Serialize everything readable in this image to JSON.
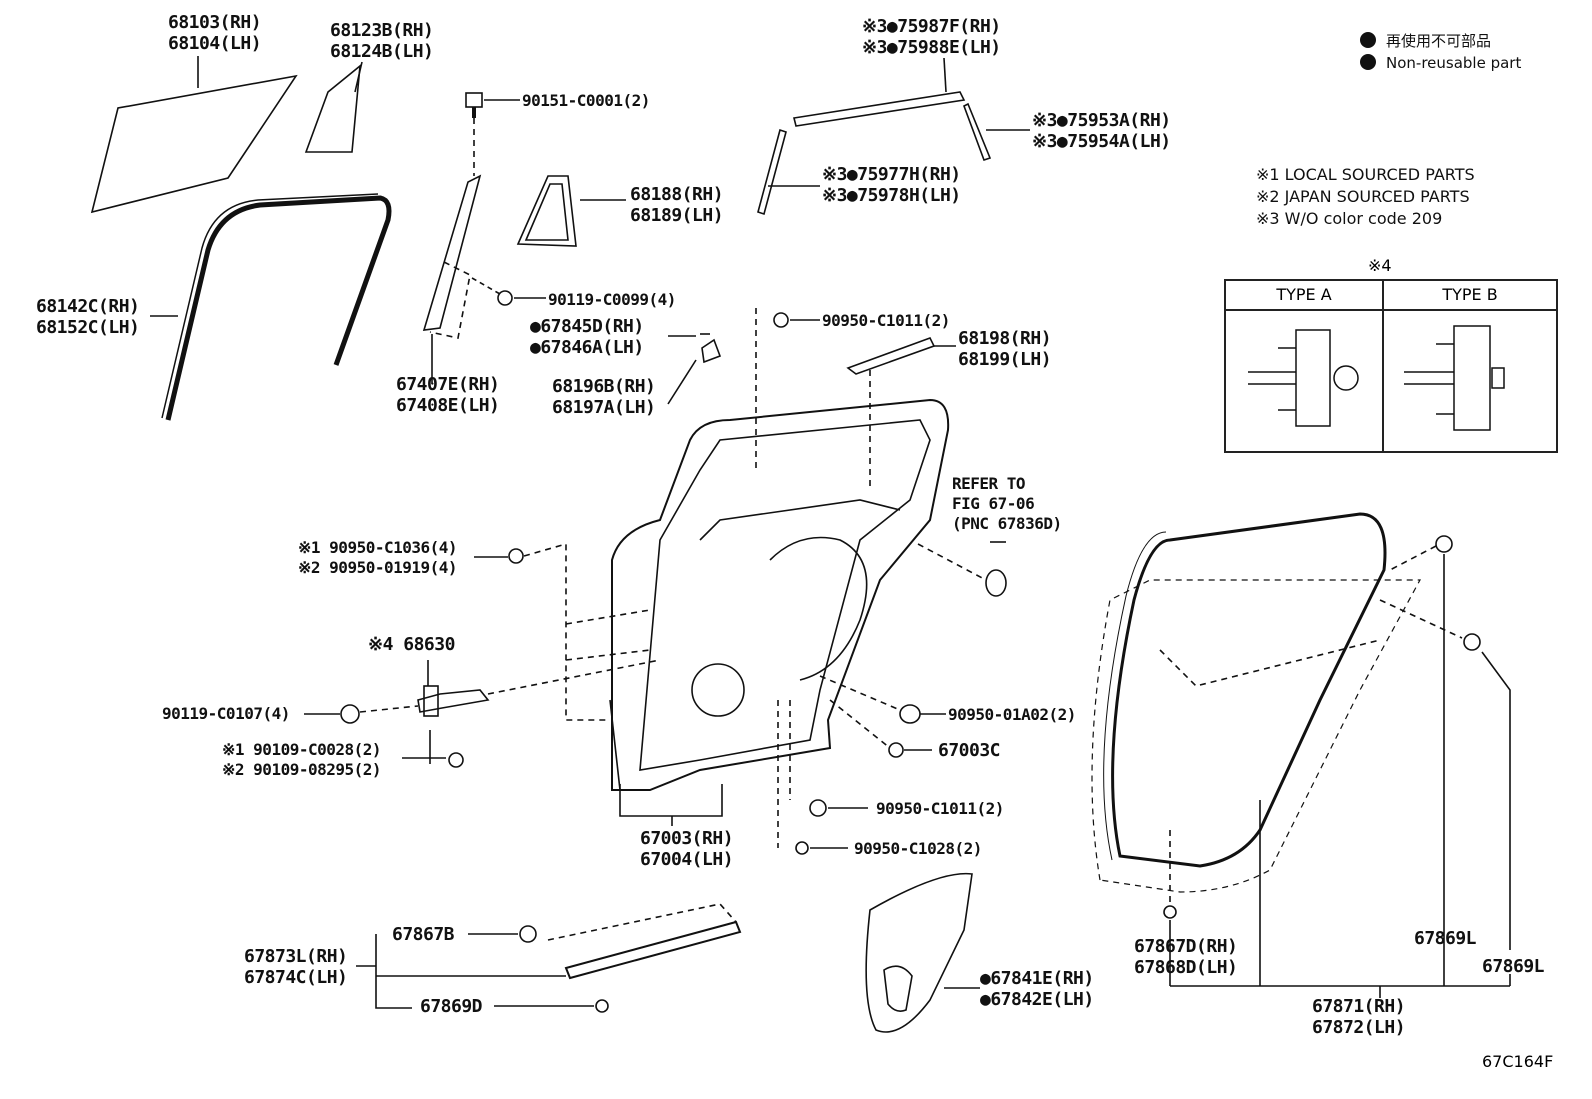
{
  "legend": {
    "item1": "再使用不可部品",
    "item2": "Non-reusable part"
  },
  "notes": [
    "※1 LOCAL SOURCED PARTS",
    "※2 JAPAN SOURCED PARTS",
    "※3 W/O color code 209"
  ],
  "type_table": {
    "marker": "※4",
    "col_a": "TYPE A",
    "col_b": "TYPE B"
  },
  "figure_id": "67C164F",
  "labels": {
    "l1": "68103(RH)\n68104(LH)",
    "l2": "68123B(RH)\n68124B(LH)",
    "l3": "90151-C0001(2)",
    "l4": "※3●75987F(RH)\n※3●75988E(LH)",
    "l5": "※3●75953A(RH)\n※3●75954A(LH)",
    "l6": "※3●75977H(RH)\n※3●75978H(LH)",
    "l7": "68188(RH)\n68189(LH)",
    "l8": "68142C(RH)\n68152C(LH)",
    "l9": "90119-C0099(4)",
    "l10": "90950-C1011(2)",
    "l11": "●67845D(RH)\n●67846A(LH)",
    "l12": "68198(RH)\n68199(LH)",
    "l13": "67407E(RH)\n67408E(LH)",
    "l14": "68196B(RH)\n68197A(LH)",
    "l15": "REFER TO\nFIG 67-06\n(PNC 67836D)",
    "l16": "※1 90950-C1036(4)\n※2 90950-01919(4)",
    "l17": "※4 68630",
    "l18": "90119-C0107(4)",
    "l19": "90950-01A02(2)",
    "l20": "※1 90109-C0028(2)\n※2 90109-08295(2)",
    "l21": "67003C",
    "l22": "90950-C1011(2)",
    "l23": "67003(RH)\n67004(LH)",
    "l24": "90950-C1028(2)",
    "l25": "67867B",
    "l26": "67873L(RH)\n67874C(LH)",
    "l27": "67869D",
    "l28": "●67841E(RH)\n●67842E(LH)",
    "l29": "67867D(RH)\n67868D(LH)",
    "l30": "67869L",
    "l31": "67869L",
    "l32": "67871(RH)\n67872(LH)"
  }
}
